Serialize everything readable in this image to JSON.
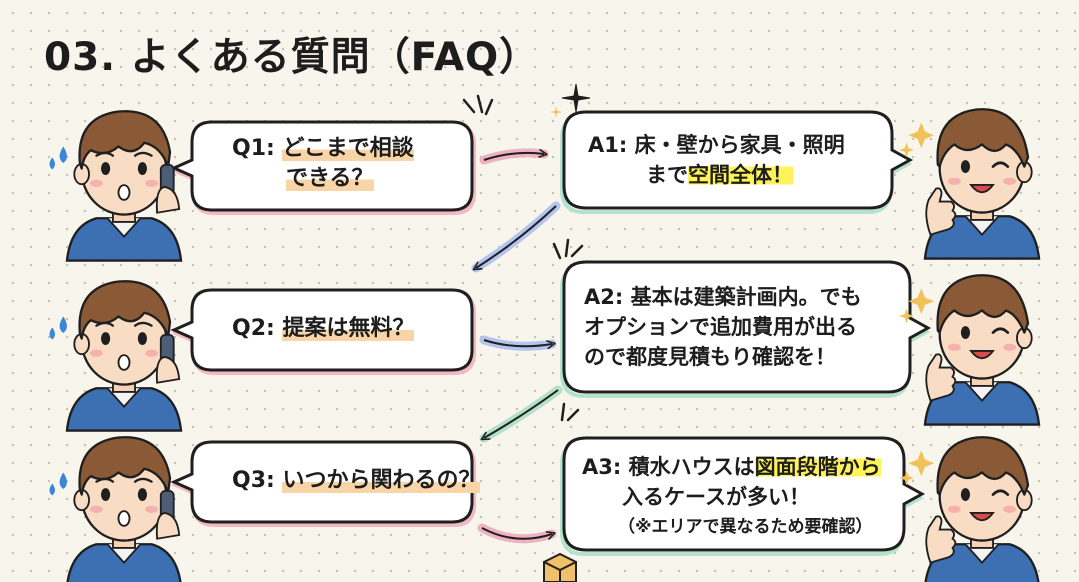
{
  "title": "03. よくある質問（FAQ）",
  "faq": [
    {
      "q_prefix": "Q1: ",
      "q_line1": "どこまで相談",
      "q_line2": "できる？",
      "a_prefix": "A1: ",
      "a_line1": "床・壁から家具・照明",
      "a_line2_plain": "まで",
      "a_line2_highlight": "空間全体！"
    },
    {
      "q_prefix": "Q2: ",
      "q_line1": "提案は無料？",
      "a_prefix": "A2: ",
      "a_line1": "基本は建築計画内。でも",
      "a_line2": "オプションで追加費用が出る",
      "a_line3": "ので都度見積もり確認を！"
    },
    {
      "q_prefix": "Q3: ",
      "q_line1": "いつから関わるの？",
      "a_prefix": "A3: ",
      "a_line1_plain": "積水ハウスは",
      "a_line1_highlight": "図面段階から",
      "a_line2": "入るケースが多い！",
      "a_note": "（※エリアで異なるため要確認）"
    }
  ],
  "colors": {
    "question_border": "#f3b9c3",
    "answer_border": "#b5e2cd",
    "highlight_yellow": "#fff35a",
    "highlight_orange": "#f9d4a6",
    "arrow_pink": "#eeb2c3",
    "arrow_blue": "#b3c4ee",
    "arrow_green": "#b2e0c9"
  }
}
